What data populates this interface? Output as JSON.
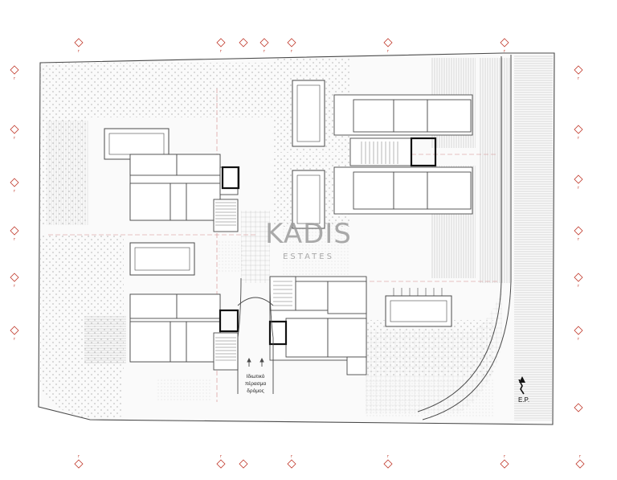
{
  "watermark": {
    "brand": "KADIS",
    "sub": "ESTATES"
  },
  "road_label": [
    "Ιδιωτικό",
    "πέρασμα",
    "δρόμος"
  ],
  "entrance_label": "Ε.Ρ.",
  "colors": {
    "line": "#4a4a4a",
    "thin": "#9a9a9a",
    "grid_mark": "#c0392b",
    "watermark": "#9b9b9b"
  },
  "grid_markers": {
    "top": [
      "Γ",
      "Γ",
      "Γ",
      "Γ",
      "Γ",
      "Γ"
    ],
    "left": [
      "Γ",
      "Γ",
      "Γ",
      "Γ",
      "Γ",
      "Γ"
    ],
    "right": [
      "Γ",
      "Γ",
      "Γ",
      "Γ",
      "Γ",
      "Γ"
    ],
    "bottom": [
      "Γ",
      "Γ",
      "Γ",
      "Γ",
      "Γ",
      "Γ"
    ]
  },
  "icons": [
    "north-arrow-icon",
    "entrance-arrow-icon",
    "grid-marker-icon"
  ]
}
